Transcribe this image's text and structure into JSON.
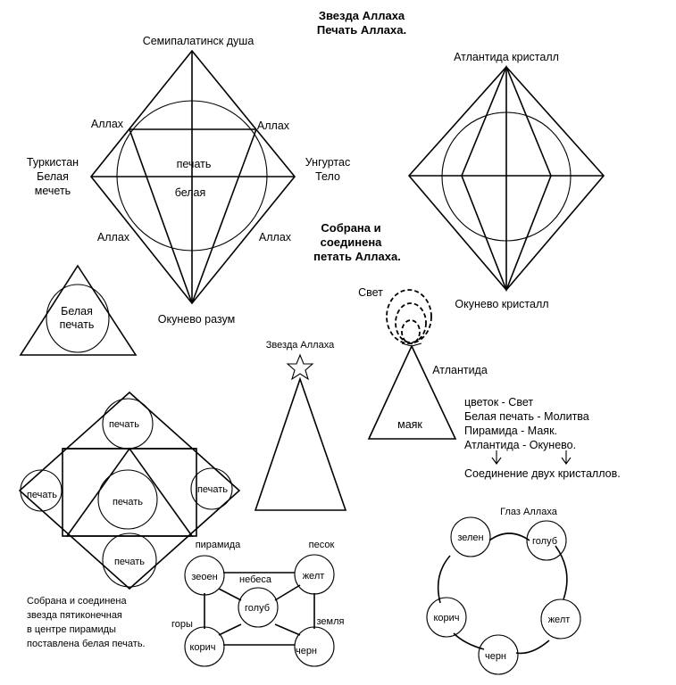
{
  "title": {
    "line1": "Звезда Аллаха",
    "line2": "Печать Аллаха."
  },
  "left_diamond": {
    "top": "Семипалатинск душа",
    "bottom": "Окунево разум",
    "left": [
      "Туркистан",
      "Белая",
      "мечеть"
    ],
    "right": [
      "Унгуртас",
      "Тело"
    ],
    "allah_tl": "Аллах",
    "allah_tr": "Аллах",
    "allah_bl": "Аллах",
    "allah_br": "Аллах",
    "center_top": "печать",
    "center_bottom": "белая"
  },
  "right_diamond": {
    "top": "Атлантида кристалл",
    "bottom": "Окунево кристалл"
  },
  "gathered_text": [
    "Собрана и",
    "соединена",
    "петать Аллаха."
  ],
  "white_seal_triangle": [
    "Белая",
    "печать"
  ],
  "star_pyramid": {
    "label": "Звезда Аллаха"
  },
  "lighthouse": {
    "light": "Свет",
    "atlantis": "Атлантида",
    "inside": "маяк",
    "legend": [
      "цветок - Свет",
      "Белая печать - Молитва",
      "Пирамида - Маяк.",
      "Атлантида - Окунево."
    ],
    "union": "Соединение двух кристаллов."
  },
  "seal_diamond": {
    "top": "печать",
    "left": "печать",
    "right": "печать",
    "center": "печать",
    "bottom": "печать",
    "caption": [
      "Собрана и соединена",
      "звезда пятиконечная",
      "в центре пирамиды",
      "поставлена белая печать."
    ]
  },
  "pyramid_square": {
    "pyramid": "пирамида",
    "sand": "песок",
    "sky": "небеса",
    "earth": "земля",
    "mountains": "горы",
    "green": "зеоен",
    "yellow": "желт",
    "blue": "голуб",
    "brown": "корич",
    "black": "черн"
  },
  "eye": {
    "title": "Глаз Аллаха",
    "green": "зелен",
    "blue": "голуб",
    "yellow": "желт",
    "black": "черн",
    "brown": "корич"
  }
}
